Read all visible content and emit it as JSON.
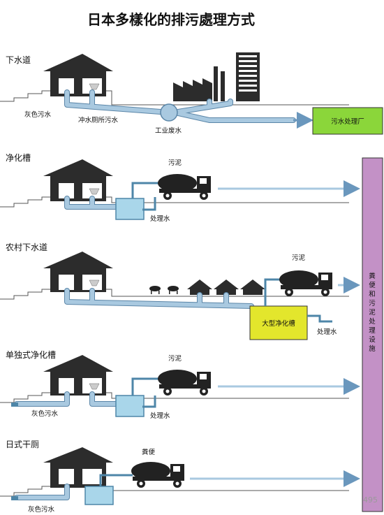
{
  "title": "日本多樣化的排污處理方式",
  "facility_label": "粪便和污泥处理设施",
  "facility_color": "#c391c6",
  "plant_color": "#8bd63a",
  "tank_color": "#e3e62c",
  "watermark": "495",
  "sections": [
    {
      "heading": "下水道",
      "labels": {
        "greywater": "灰色污水",
        "toilet_water": "冲水厕所污水",
        "industrial": "工业废水",
        "plant": "污水处理厂"
      }
    },
    {
      "heading": "净化槽",
      "labels": {
        "sludge": "污泥",
        "treated": "处理水"
      }
    },
    {
      "heading": "农村下水道",
      "labels": {
        "sludge": "污泥",
        "tank": "大型净化槽",
        "treated": "处理水"
      }
    },
    {
      "heading": "单独式净化槽",
      "labels": {
        "sludge": "污泥",
        "greywater": "灰色污水",
        "treated": "处理水"
      }
    },
    {
      "heading": "日式干厕",
      "labels": {
        "feces": "粪便",
        "greywater": "灰色污水"
      }
    }
  ]
}
